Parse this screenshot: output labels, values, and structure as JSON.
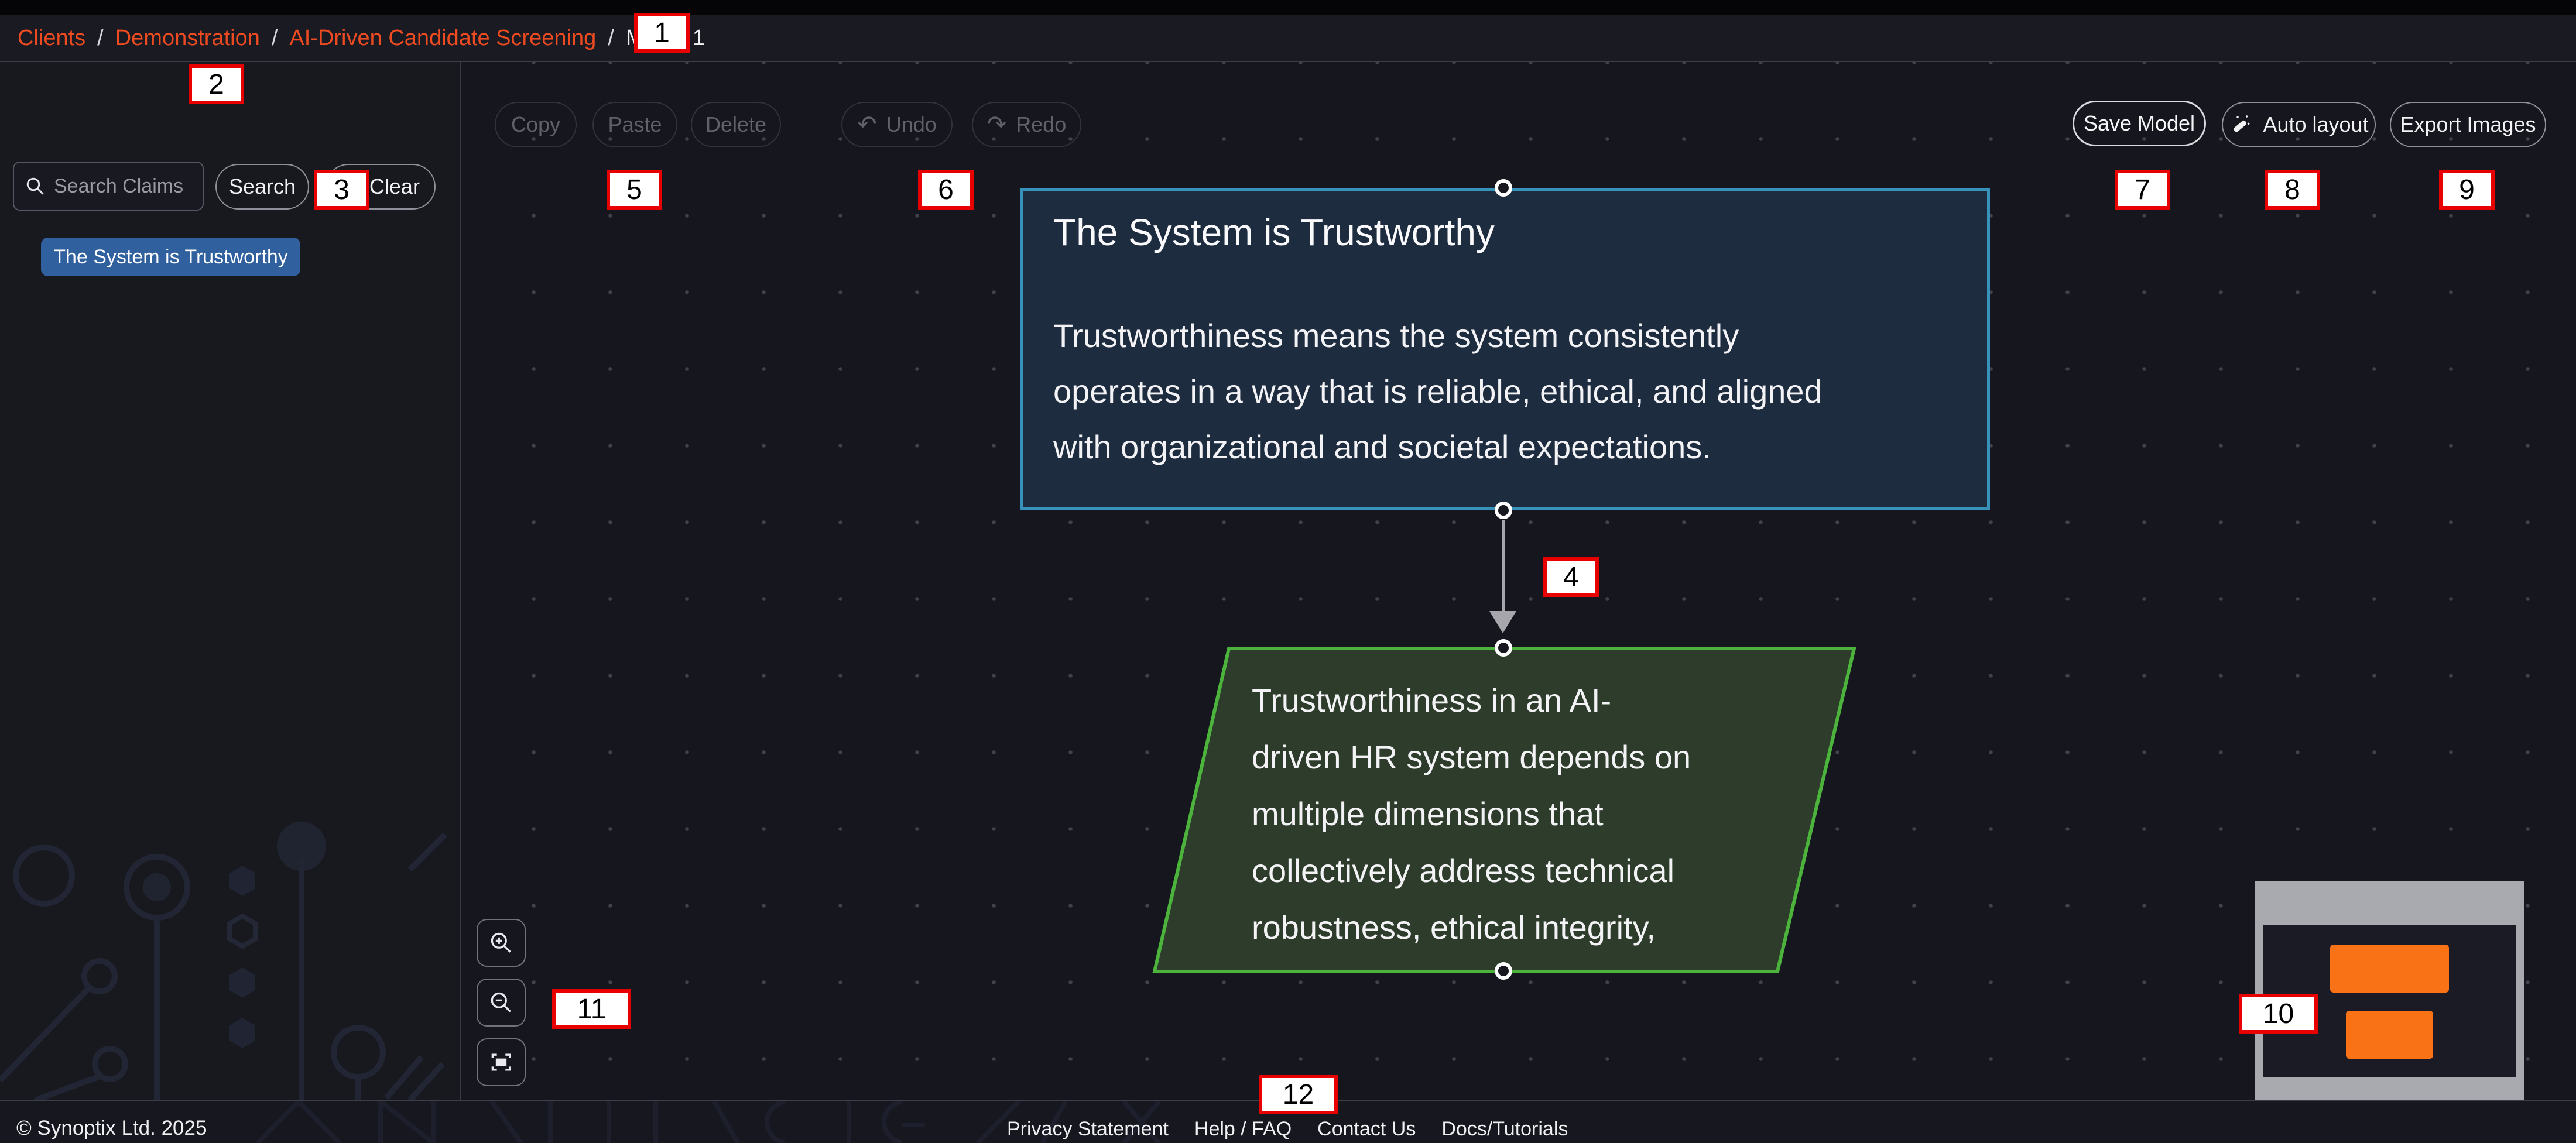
{
  "breadcrumb": {
    "clients": "Clients",
    "demonstration": "Demonstration",
    "screening": "AI-Driven Candidate Screening",
    "model": "Model 1",
    "sep": "/"
  },
  "search": {
    "placeholder": "Search Claims",
    "search_label": "Search",
    "clear_label": "Clear",
    "clear_icon": "✕"
  },
  "sidebar": {
    "claim_chip": "The System is Trustworthy"
  },
  "toolbar": {
    "copy": "Copy",
    "paste": "Paste",
    "delete": "Delete",
    "undo": "Undo",
    "redo": "Redo",
    "undo_icon": "↶",
    "redo_icon": "↷",
    "save": "Save Model",
    "auto_layout": "Auto layout",
    "export": "Export Images"
  },
  "nodes": {
    "claim": {
      "title": "The System is Trustworthy",
      "lines": {
        "0": "Trustworthiness means the system consistently",
        "1": "operates in a way that is reliable, ethical, and aligned",
        "2": "with organizational and societal expectations."
      },
      "border_color": "#3792b9",
      "fill": "#1e2c40"
    },
    "premise": {
      "shape": "parallelogram",
      "lines": {
        "0": "Trustworthiness in an AI-",
        "1": "driven HR system depends on",
        "2": "multiple dimensions that",
        "3": "collectively address technical",
        "4": "robustness, ethical integrity,"
      },
      "border_color": "#4cb43c",
      "fill": "#2d3c2b"
    }
  },
  "edge": {
    "from": "claim",
    "to": "premise",
    "color": "#a6a6ac"
  },
  "minimap": {
    "frame_color": "#a9a9b0",
    "node_color": "#f97316"
  },
  "footer": {
    "copyright": "© Synoptix Ltd. 2025",
    "links": {
      "0": "Privacy Statement",
      "1": "Help / FAQ",
      "2": "Contact Us",
      "3": "Docs/Tutorials"
    }
  },
  "annotations": {
    "1": "1",
    "2": "2",
    "3": "3",
    "4": "4",
    "5": "5",
    "6": "6",
    "7": "7",
    "8": "8",
    "9": "9",
    "10": "10",
    "11": "11",
    "12": "12"
  },
  "colors": {
    "breadcrumb_accent": "#ee4b21",
    "chip_blue": "#31609f",
    "annotation_red": "#e80000"
  }
}
